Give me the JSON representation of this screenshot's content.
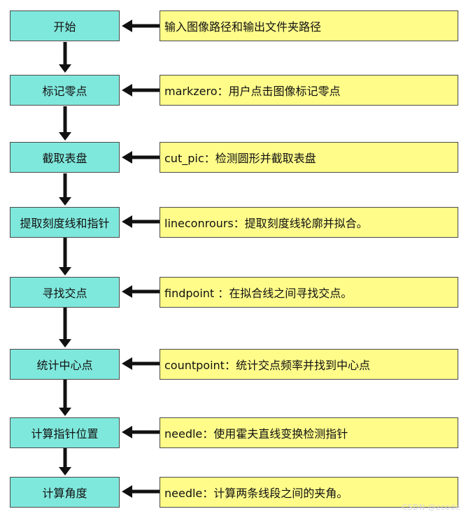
{
  "steps": [
    {
      "label": "开始",
      "note": "输入图像路径和输出文件夹路径"
    },
    {
      "label": "标记零点",
      "note": "markzero：用户点击图像标记零点"
    },
    {
      "label": "截取表盘",
      "note": "cut_pic：检测圆形并截取表盘"
    },
    {
      "label": "提取刻度线和指针",
      "note": "lineconrours：提取刻度线轮廓并拟合。"
    },
    {
      "label": "寻找交点",
      "note": "findpoint ：在拟合线之间寻找交点。"
    },
    {
      "label": "统计中心点",
      "note": "countpoint：统计交点频率并找到中心点"
    },
    {
      "label": "计算指针位置",
      "note": "needle：使用霍夫直线变换检测指针"
    },
    {
      "label": "计算角度",
      "note": "needle：计算两条线段之间的夹角。"
    }
  ],
  "watermark": "CSDN @zcode",
  "colors": {
    "step_fill": "#7fe8dc",
    "note_fill": "#fffc8a",
    "arrow": "#111111"
  }
}
